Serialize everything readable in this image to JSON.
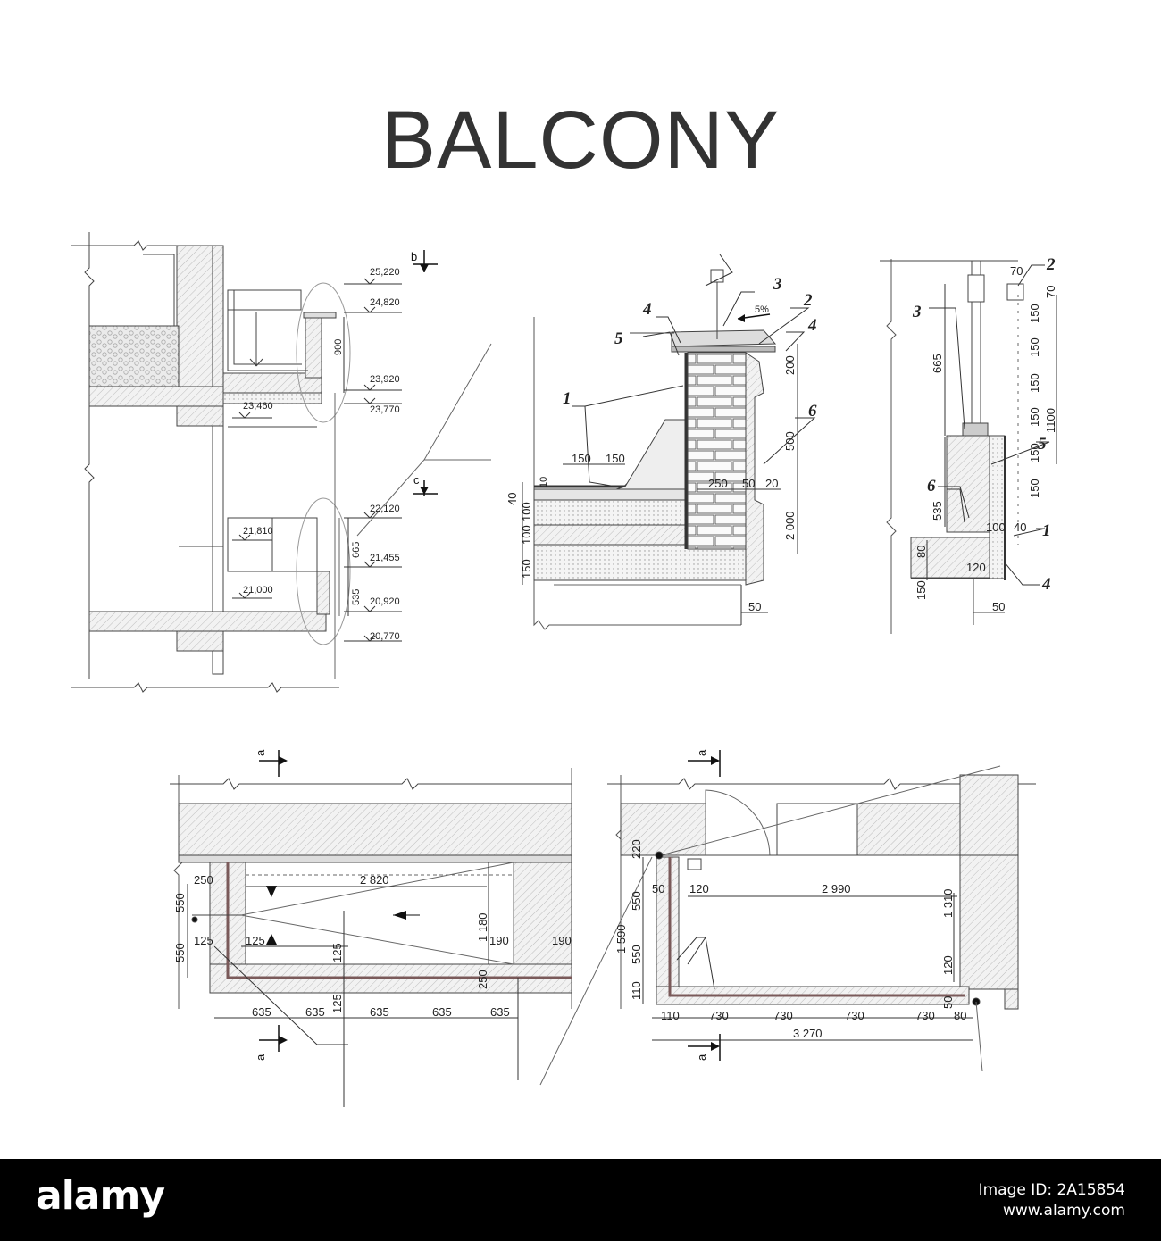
{
  "title": "BALCONY",
  "footer": {
    "brand": "alamy",
    "image_id": "Image ID: 2A15854",
    "site": "www.alamy.com"
  },
  "section_marks": {
    "b": "b",
    "c": "c",
    "a": "a"
  },
  "section1": {
    "elevations": [
      "25,220",
      "24,820",
      "23,920",
      "23,770",
      "23,460",
      "22,120",
      "21,810",
      "21,455",
      "21,000",
      "20,920",
      "20,770"
    ],
    "dims": [
      "900",
      "665",
      "535"
    ]
  },
  "section2": {
    "callouts": [
      "1",
      "2",
      "3",
      "4",
      "4",
      "5",
      "6"
    ],
    "slope": "5%",
    "dims": [
      "150",
      "150",
      "250",
      "50",
      "20",
      "10",
      "40",
      "100",
      "100",
      "150",
      "200",
      "500",
      "2 000",
      "50"
    ]
  },
  "section3": {
    "callouts": [
      "1",
      "2",
      "3",
      "4",
      "5",
      "6"
    ],
    "dims": [
      "70",
      "70",
      "150",
      "150",
      "150",
      "150",
      "150",
      "150",
      "1100",
      "665",
      "535",
      "100",
      "40",
      "80",
      "150",
      "120",
      "50"
    ]
  },
  "plan1": {
    "dims": [
      "250",
      "2 820",
      "550",
      "550",
      "1 180",
      "125",
      "125",
      "125",
      "125",
      "190",
      "190",
      "250",
      "635",
      "635",
      "635",
      "635",
      "635"
    ]
  },
  "plan2": {
    "dims": [
      "220",
      "50",
      "120",
      "2 990",
      "550",
      "550",
      "1 590",
      "1 310",
      "120",
      "110",
      "110",
      "730",
      "730",
      "730",
      "730",
      "80",
      "50",
      "3 270"
    ]
  }
}
